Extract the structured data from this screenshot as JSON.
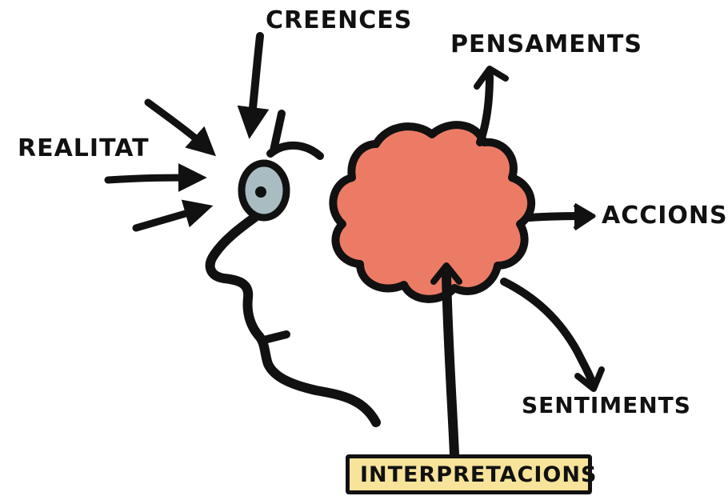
{
  "labels": {
    "creences": "CREENCES",
    "pensaments": "PENSAMENTS",
    "realitat": "REALITAT",
    "accions": "ACCIONS",
    "sentiments": "SENTIMENTS",
    "interpretacions": "INTERPRETACIONS"
  },
  "colors": {
    "cloud_fill": "#ec7b65",
    "eye_fill": "#a8bcc2",
    "label_box_fill": "#f7e39a",
    "ink": "#111111"
  },
  "icons": [
    "head-profile-icon",
    "eye-icon",
    "brain-cloud-icon"
  ]
}
